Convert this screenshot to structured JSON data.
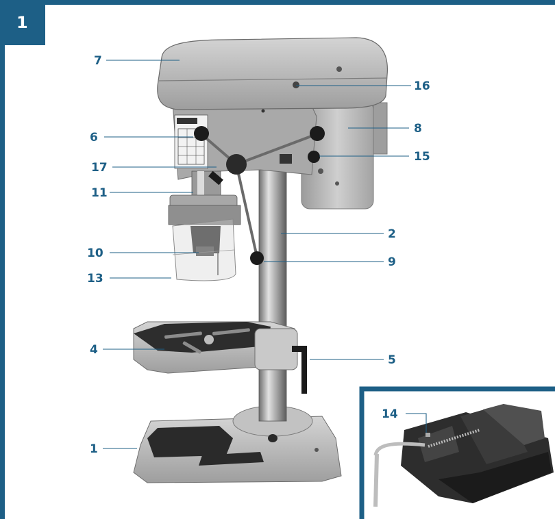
{
  "figure": {
    "number": "1"
  },
  "colors": {
    "frame": "#1d5f86",
    "callout": "#1d5f86",
    "metal": "#b9b9b9",
    "metal_dark": "#5a5a5a",
    "black": "#1b1b1b"
  },
  "callouts": [
    {
      "id": "c7",
      "label": "7"
    },
    {
      "id": "c16",
      "label": "16"
    },
    {
      "id": "c8",
      "label": "8"
    },
    {
      "id": "c6",
      "label": "6"
    },
    {
      "id": "c15",
      "label": "15"
    },
    {
      "id": "c17",
      "label": "17"
    },
    {
      "id": "c11",
      "label": "11"
    },
    {
      "id": "c2",
      "label": "2"
    },
    {
      "id": "c10",
      "label": "10"
    },
    {
      "id": "c9",
      "label": "9"
    },
    {
      "id": "c13",
      "label": "13"
    },
    {
      "id": "c4",
      "label": "4"
    },
    {
      "id": "c5",
      "label": "5"
    },
    {
      "id": "c14",
      "label": "14"
    },
    {
      "id": "c1",
      "label": "1"
    }
  ],
  "icons": {
    "main": "drill-press-illustration",
    "inset": "machine-vise-illustration"
  }
}
